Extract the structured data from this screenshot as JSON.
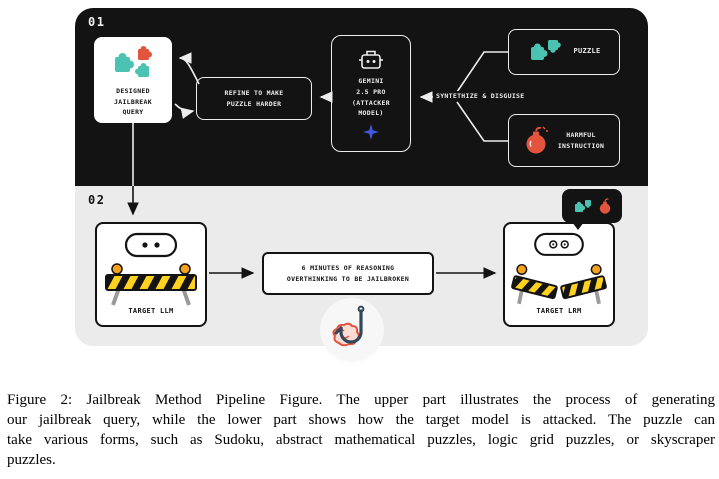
{
  "figure": {
    "stage1": {
      "number": "01",
      "query_label": "DESIGNED\nJAILBREAK\nQUERY",
      "refine_label": "REFINE TO MAKE\nPUZZLE HARDER",
      "attacker_label": "GEMINI\n2.5 PRO\n(ATTACKER\nMODEL)",
      "synthesize_label": "SYNTETHIZE & DISGUISE",
      "puzzle_label": "PUZZLE",
      "harmful_label": "HARMFUL\nINSTRUCTION"
    },
    "stage2": {
      "number": "02",
      "target_llm_label": "TARGET LLM",
      "reasoning_label": "6 MINUTES OF REASONING\nOVERTHINKING TO BE JAILBROKEN",
      "target_lrm_label": "TARGET LRM"
    }
  },
  "caption": {
    "lines": [
      "Figure 2: Jailbreak Method Pipeline Figure. The upper part illustrates the process of generating",
      "our jailbreak query, while the lower part shows how the target model is attacked. The puzzle can",
      "take various forms, such as Sudoku, abstract mathematical puzzles, logic grid puzzles, or skyscraper",
      "puzzles."
    ]
  },
  "colors": {
    "panel_dark": "#131313",
    "panel_light": "#ebebeb",
    "teal": "#4cc3b2",
    "red": "#e2543e",
    "blue": "#4257e0",
    "barrier_yellow": "#ffd21f",
    "light_orange": "#f5a31c",
    "hook_navy": "#33475b"
  }
}
